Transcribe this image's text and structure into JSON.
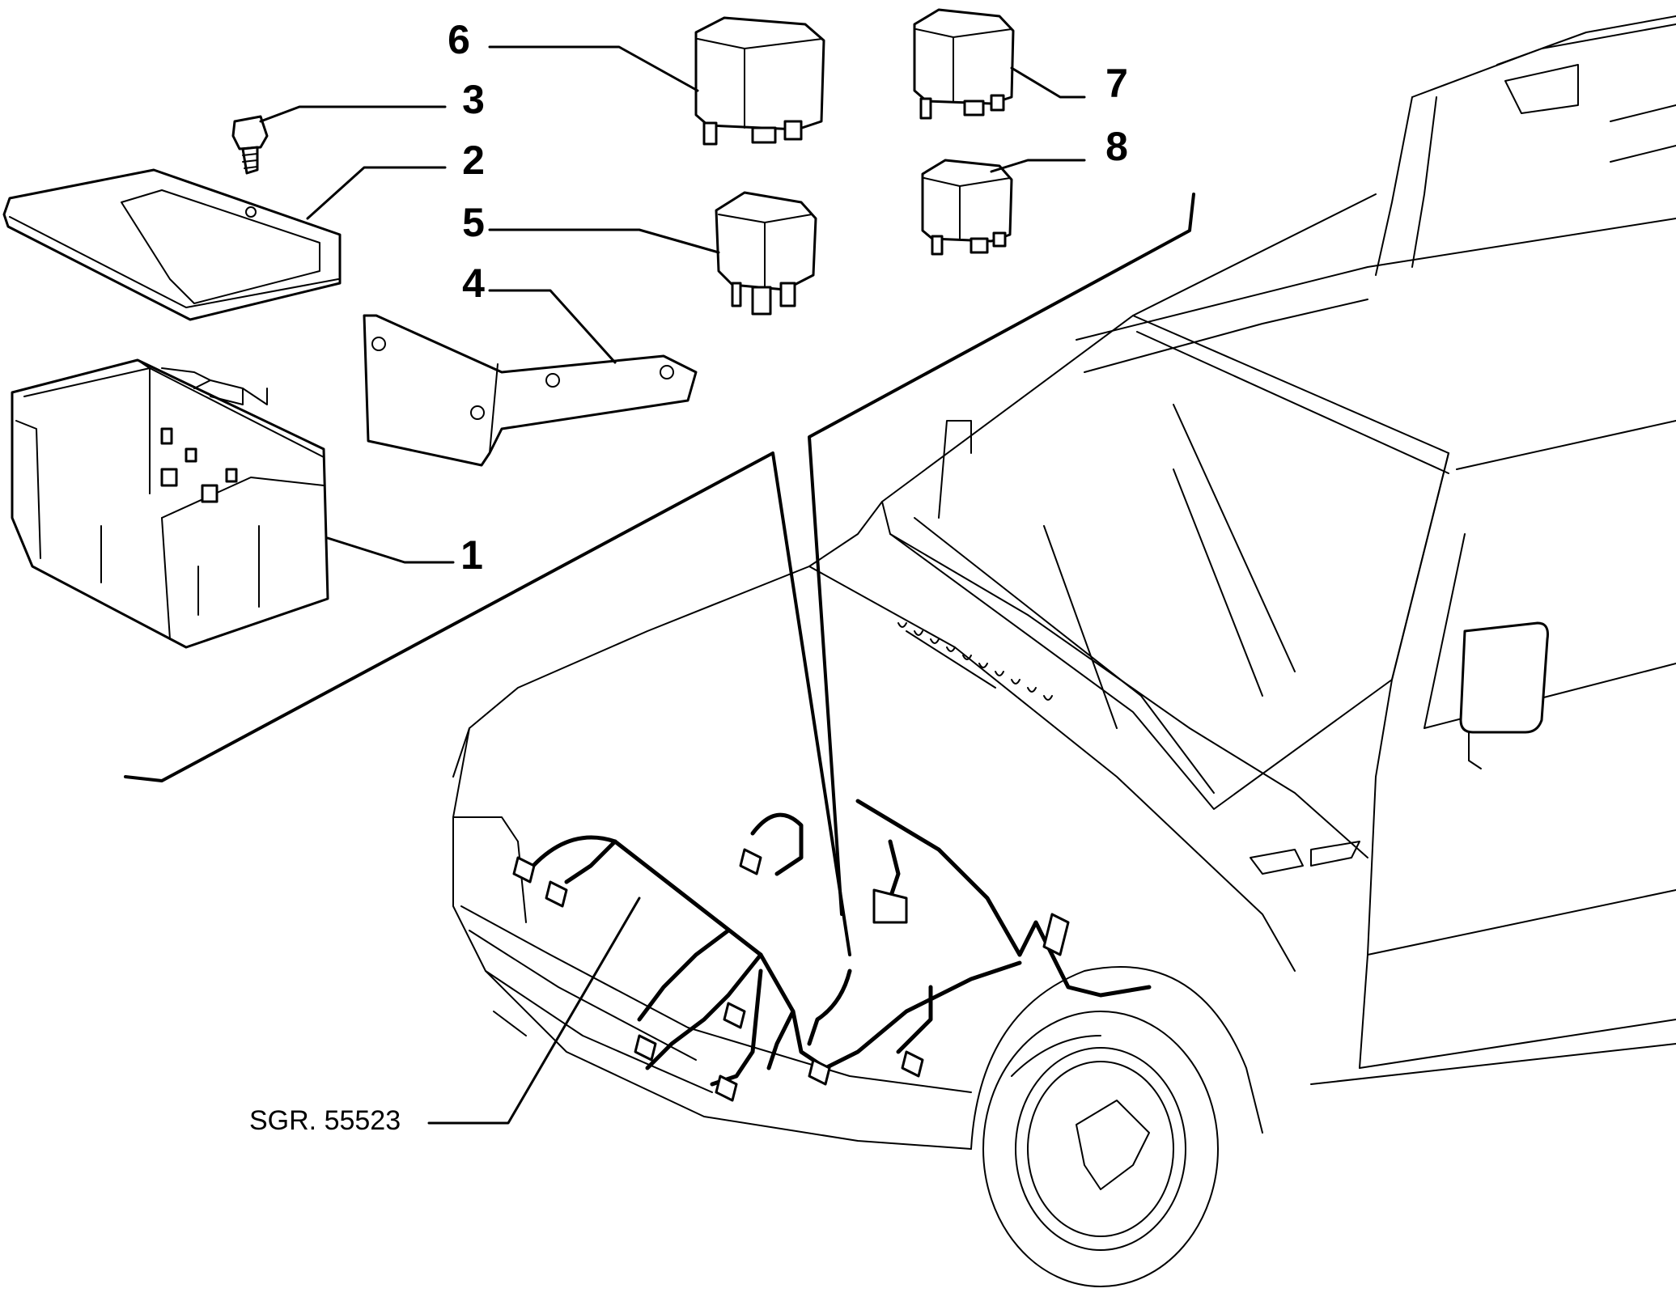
{
  "callouts": [
    {
      "id": "part-6",
      "number": "6"
    },
    {
      "id": "part-3",
      "number": "3"
    },
    {
      "id": "part-2",
      "number": "2"
    },
    {
      "id": "part-5",
      "number": "5"
    },
    {
      "id": "part-4",
      "number": "4"
    },
    {
      "id": "part-1",
      "number": "1"
    },
    {
      "id": "part-7",
      "number": "7"
    },
    {
      "id": "part-8",
      "number": "8"
    }
  ],
  "reference": {
    "label": "SGR. 55523"
  },
  "colors": {
    "ink": "#000000",
    "paper": "#ffffff"
  }
}
